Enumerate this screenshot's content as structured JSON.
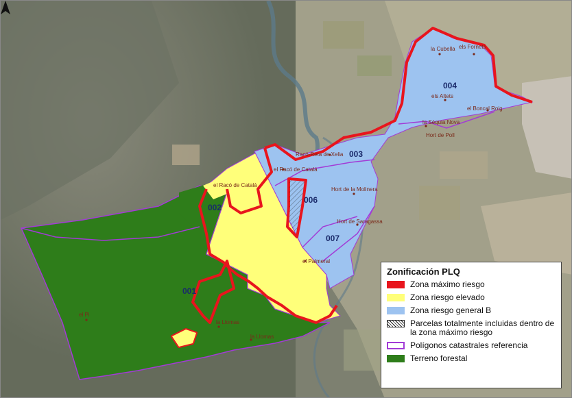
{
  "legend": {
    "title": "Zonificación PLQ",
    "items": [
      {
        "label": "Zona máximo riesgo",
        "color": "#e8151d"
      },
      {
        "label": "Zona riesgo elevado",
        "color": "#ffff7a"
      },
      {
        "label": "Zona riesgo general B",
        "color": "#9dc3f0"
      },
      {
        "label": "Parcelas totalmente incluidas dentro de la zona máximo riesgo",
        "color": "hatched"
      },
      {
        "label": "Polígonos catastrales referencia",
        "color": "#a23bd6"
      },
      {
        "label": "Terreno forestal",
        "color": "#2e7d1a"
      }
    ]
  },
  "zones": {
    "z001": "001",
    "z002": "002",
    "z003": "003",
    "z004": "004",
    "z006": "006",
    "z007": "007"
  },
  "places": {
    "cubella": "la Cubella",
    "fornets": "els Fornets",
    "altets": "els Altets",
    "boncal": "el Boncal Roig",
    "sequia": "la Séquia Nova",
    "hortpoll": "Hort de Poll",
    "xelia": "Racó-Reta de Xelia",
    "racocata": "el Racó de Catalá",
    "racocata2": "el Racó de Catalá",
    "hortmolinera": "Hort de la Molinera",
    "hortsaragassa": "Hort de Saragassa",
    "palmeral": "el Palmeral",
    "pi": "el Pi",
    "llomas": "la Llomas",
    "llomas2": "la Llomas"
  },
  "north_symbol": "north-arrow-icon"
}
